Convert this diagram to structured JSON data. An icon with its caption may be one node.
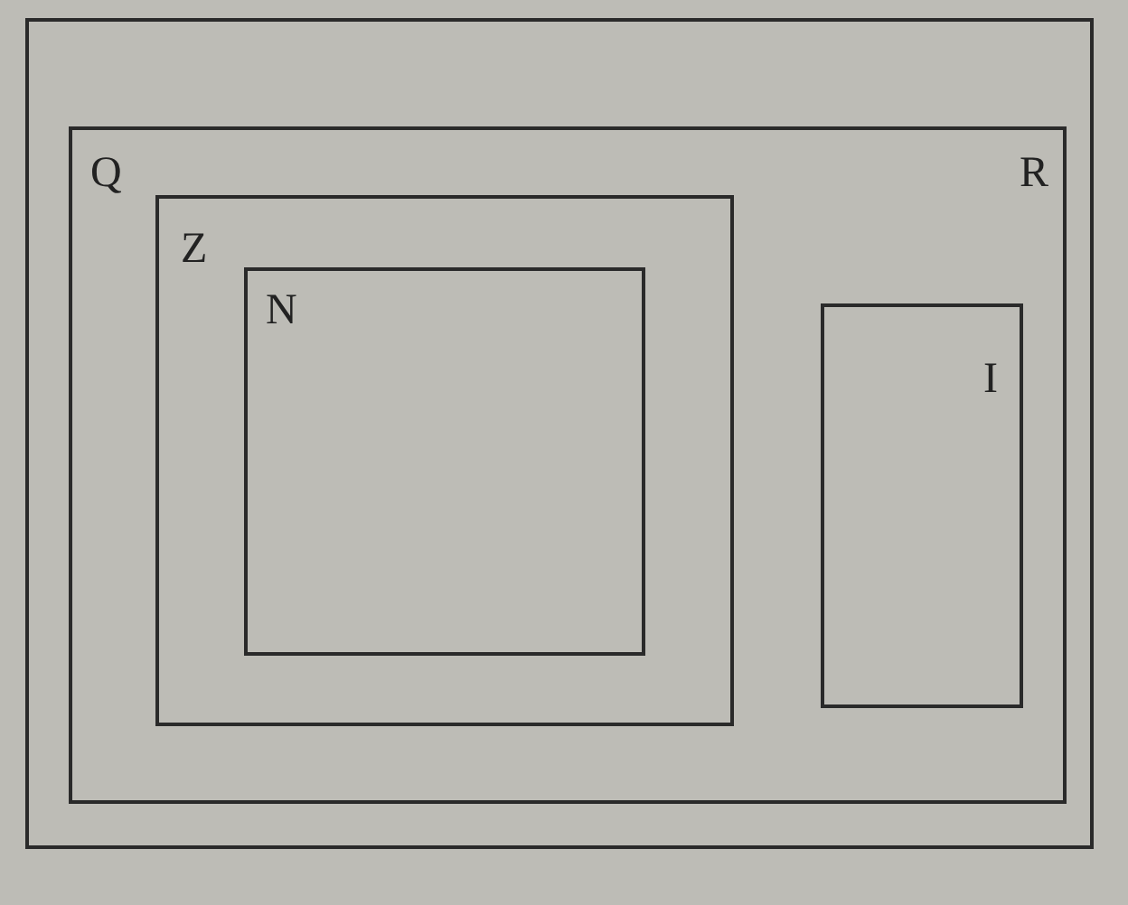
{
  "diagram": {
    "nodes": [
      {
        "text": [],
        "shape": "box"
      },
      {
        "text": [
          "Q",
          "R"
        ],
        "in": 0
      },
      {
        "text": [
          "Z"
        ],
        "in": 1
      },
      {
        "text": [
          "N"
        ],
        "in": 2
      },
      {
        "text": [
          "I"
        ],
        "in": 1
      }
    ]
  }
}
